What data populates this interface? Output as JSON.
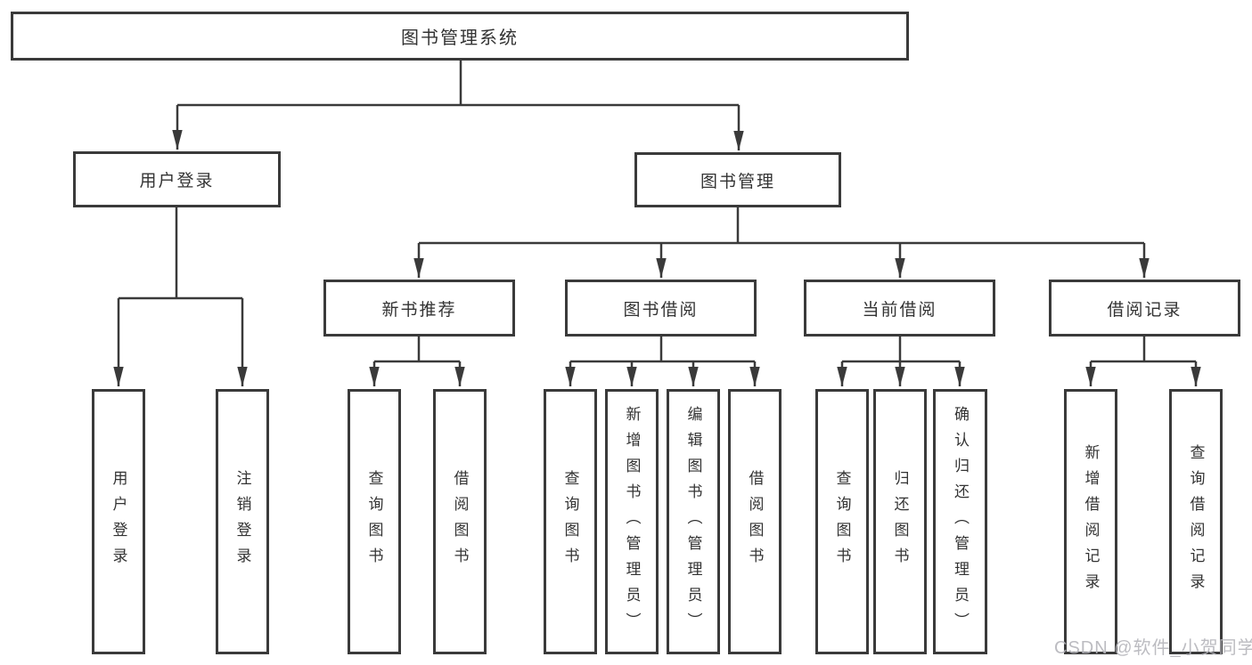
{
  "diagram": {
    "root": {
      "label": "图书管理系统",
      "children": [
        {
          "label": "用户登录",
          "children": [
            {
              "label": "用户登录"
            },
            {
              "label": "注销登录"
            }
          ]
        },
        {
          "label": "图书管理",
          "children": [
            {
              "label": "新书推荐",
              "children": [
                {
                  "label": "查询图书"
                },
                {
                  "label": "借阅图书"
                }
              ]
            },
            {
              "label": "图书借阅",
              "children": [
                {
                  "label": "查询图书"
                },
                {
                  "label": "新增图书（管理员）"
                },
                {
                  "label": "编辑图书（管理员）"
                },
                {
                  "label": "借阅图书"
                }
              ]
            },
            {
              "label": "当前借阅",
              "children": [
                {
                  "label": "查询图书"
                },
                {
                  "label": "归还图书"
                },
                {
                  "label": "确认归还（管理员）"
                }
              ]
            },
            {
              "label": "借阅记录",
              "children": [
                {
                  "label": "新增借阅记录"
                },
                {
                  "label": "查询借阅记录"
                }
              ]
            }
          ]
        }
      ]
    },
    "watermark": "CSDN @软件_小贺同学",
    "colors": {
      "line": "#3a3a3a",
      "text": "#333333",
      "box_background": "#ffffff",
      "watermark": "#b5b5bb"
    }
  }
}
